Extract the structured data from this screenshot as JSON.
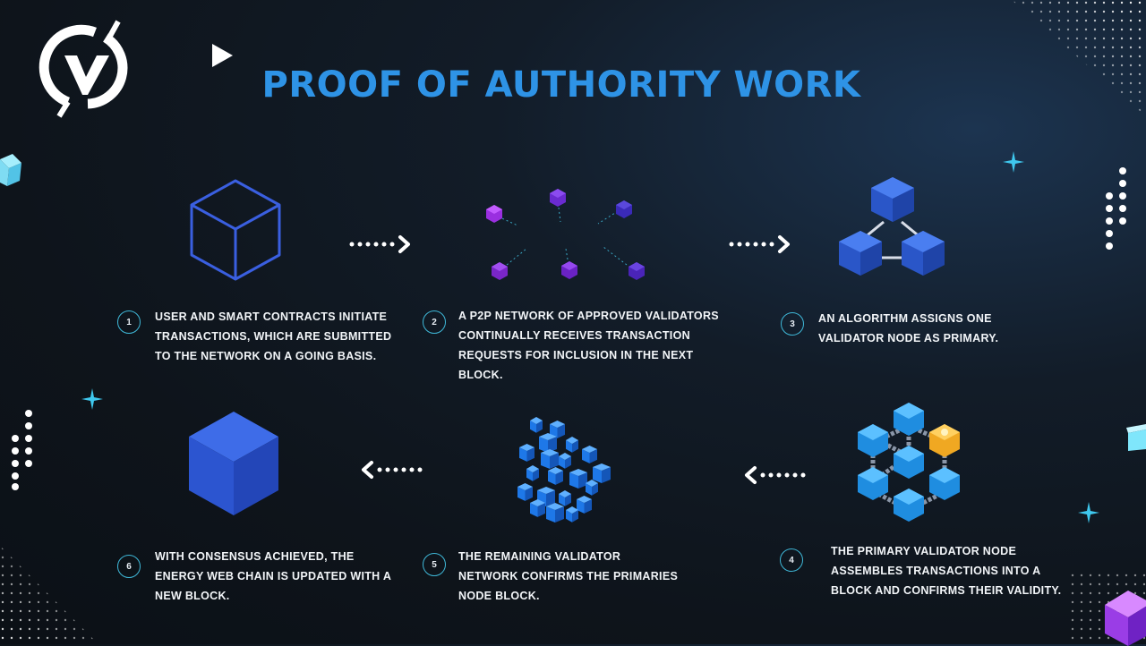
{
  "title": "PROOF OF AUTHORITY WORK",
  "colors": {
    "title": "#2e93e6",
    "accent": "#3fb8d8",
    "cube_blue": "#2f63d6",
    "validator_purple": "#7b2cc9"
  },
  "icons": [
    "logo-icon",
    "play-icon",
    "cube-outline-icon",
    "p2p-network-icon",
    "validator-triangle-icon",
    "validator-chain-icon",
    "scattered-blocks-icon",
    "solid-cube-icon",
    "arrow-right-icon",
    "arrow-left-icon",
    "sparkle-icon"
  ],
  "steps": [
    {
      "number": "1",
      "text": "USER AND SMART CONTRACTS INITIATE TRANSACTIONS, WHICH ARE SUBMITTED TO THE NETWORK ON A GOING BASIS."
    },
    {
      "number": "2",
      "text": "A P2P NETWORK OF APPROVED VALIDATORS CONTINUALLY RECEIVES TRANSACTION REQUESTS FOR INCLUSION IN THE NEXT BLOCK."
    },
    {
      "number": "3",
      "text": "AN ALGORITHM ASSIGNS ONE VALIDATOR NODE AS PRIMARY."
    },
    {
      "number": "4",
      "text": "THE PRIMARY VALIDATOR NODE ASSEMBLES TRANSACTIONS INTO A BLOCK AND CONFIRMS THEIR VALIDITY."
    },
    {
      "number": "5",
      "text": "THE REMAINING VALIDATOR NETWORK CONFIRMS THE PRIMARIES NODE BLOCK."
    },
    {
      "number": "6",
      "text": "WITH CONSENSUS ACHIEVED, THE ENERGY WEB CHAIN IS UPDATED WITH A NEW BLOCK."
    }
  ]
}
